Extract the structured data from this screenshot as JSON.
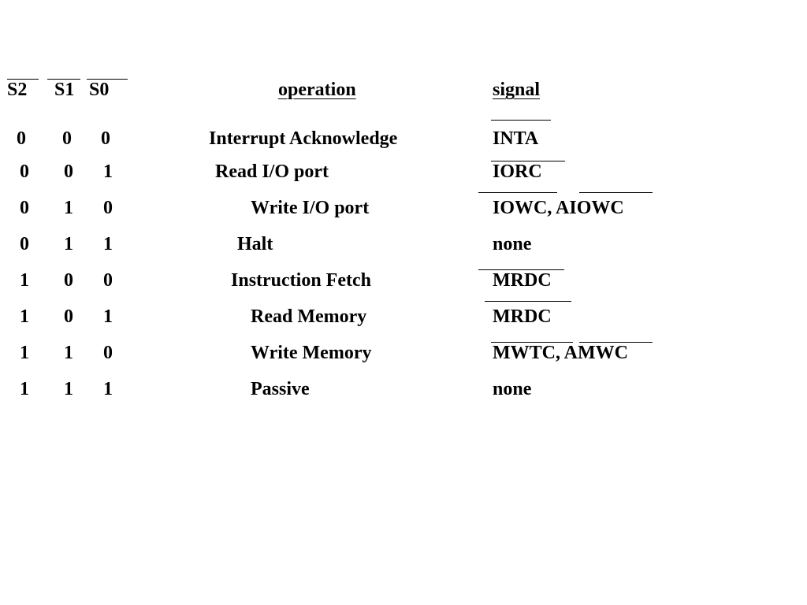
{
  "headers": {
    "s2": "S2",
    "s1": "S1",
    "s0": "S0",
    "operation": "operation",
    "signal": "signal"
  },
  "rows": [
    {
      "s2": "0",
      "s1": "0",
      "s0": "0",
      "operation": "Interrupt Acknowledge",
      "signal": "INTA"
    },
    {
      "s2": "0",
      "s1": "0",
      "s0": "1",
      "operation": "Read I/O port",
      "signal": "IORC"
    },
    {
      "s2": "0",
      "s1": "1",
      "s0": "0",
      "operation": "Write I/O port",
      "signal": "IOWC, AIOWC"
    },
    {
      "s2": "0",
      "s1": "1",
      "s0": "1",
      "operation": "Halt",
      "signal": "none"
    },
    {
      "s2": "1",
      "s1": "0",
      "s0": "0",
      "operation": "Instruction Fetch",
      "signal": "MRDC"
    },
    {
      "s2": "1",
      "s1": "0",
      "s0": "1",
      "operation": "Read Memory",
      "signal": "MRDC"
    },
    {
      "s2": "1",
      "s1": "1",
      "s0": "0",
      "operation": "Write Memory",
      "signal": "MWTC, AMWC"
    },
    {
      "s2": "1",
      "s1": "1",
      "s0": "1",
      "operation": "Passive",
      "signal": "none"
    }
  ]
}
